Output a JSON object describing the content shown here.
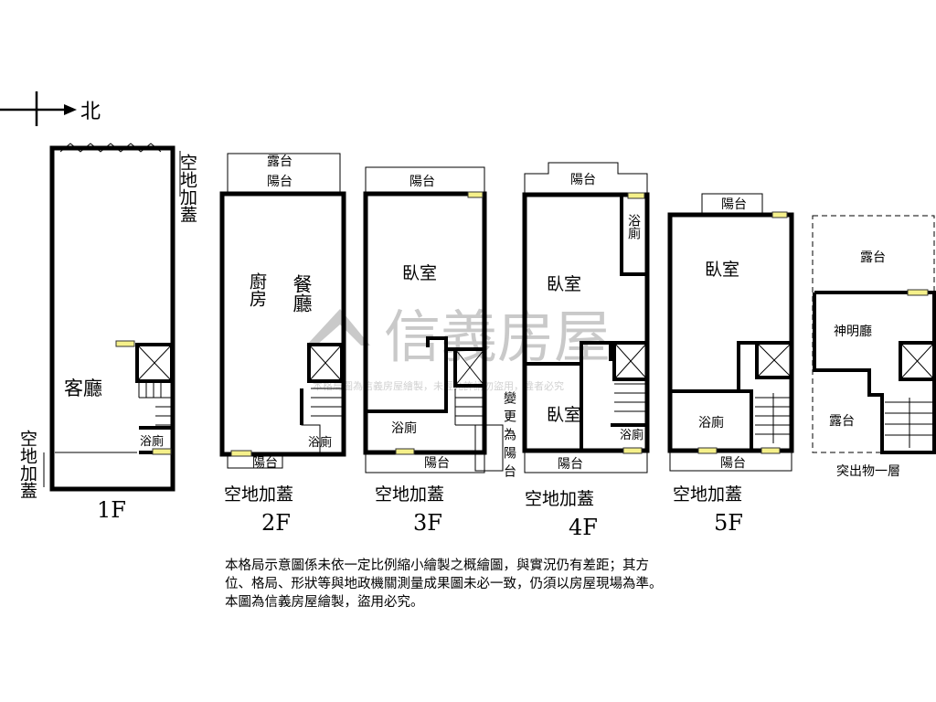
{
  "compass": {
    "north_label": "北"
  },
  "watermark": {
    "logo_text": "信義房屋",
    "small_text": "本格局圖為信義房屋繪製，未經允許請勿盜用，違者必究"
  },
  "floors": [
    {
      "label": "1F",
      "rooms": [
        "客廳",
        "浴廁"
      ],
      "annex_right": "空地加蓋",
      "annex_left": "空地加蓋"
    },
    {
      "label": "2F",
      "rooms": [
        "露台",
        "陽台",
        "廚房",
        "餐廳",
        "浴廁",
        "陽台"
      ],
      "annex": "空地加蓋"
    },
    {
      "label": "3F",
      "rooms": [
        "陽台",
        "臥室",
        "浴廁",
        "陽台"
      ],
      "annex": "空地加蓋",
      "change_note": "變更為陽台"
    },
    {
      "label": "4F",
      "rooms": [
        "陽台",
        "浴廁",
        "臥室",
        "臥室",
        "浴廁",
        "陽台"
      ],
      "annex": "空地加蓋"
    },
    {
      "label": "5F",
      "rooms": [
        "陽台",
        "臥室",
        "浴廁",
        "陽台"
      ],
      "annex": "空地加蓋"
    },
    {
      "label": "突出物一層",
      "rooms": [
        "露台",
        "神明廳",
        "露台"
      ]
    }
  ],
  "colors": {
    "wall": "#000000",
    "window": "#f5f08a",
    "watermark": "#9a9a9a"
  },
  "disclaimer": [
    "本格局示意圖係未依一定比例縮小繪製之概繪圖，與實況仍有差距；其方",
    "位、格局、形狀等與地政機關測量成果圖未必一致，仍須以房屋現場為準。",
    "本圖為信義房屋繪製，盜用必究。"
  ]
}
